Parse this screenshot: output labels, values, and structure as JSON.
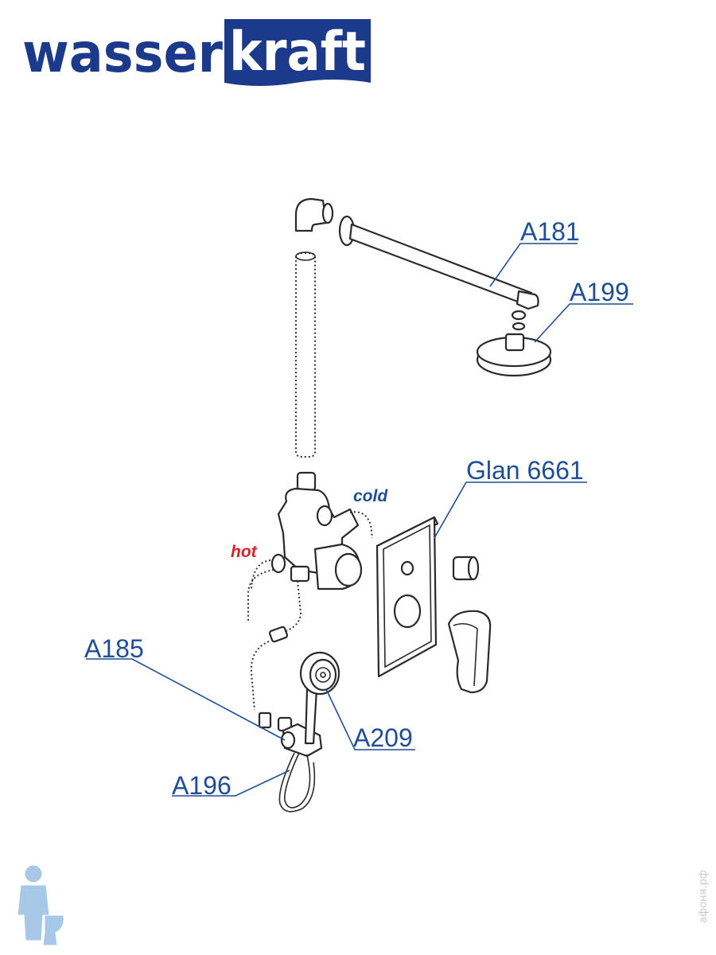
{
  "colors": {
    "brand": "#1b3a8c",
    "callout": "#1f4e96",
    "hot": "#d9202a",
    "cold": "#1f4e96",
    "line": "#2a2a2a",
    "watermark": "#c9c9c9",
    "mascot": "#a8c8e8"
  },
  "logo": {
    "part_dark": "wasser",
    "part_light": "kraft"
  },
  "callouts": {
    "a181": "A181",
    "a199": "A199",
    "glan": "Glan 6661",
    "a185": "A185",
    "a209": "A209",
    "a196": "A196"
  },
  "labels": {
    "hot": "hot",
    "cold": "cold"
  },
  "watermark": "афоня.рф",
  "icons": {
    "mascot": "plumber-mascot-icon",
    "logo": "wasserkraft-logo-icon"
  }
}
